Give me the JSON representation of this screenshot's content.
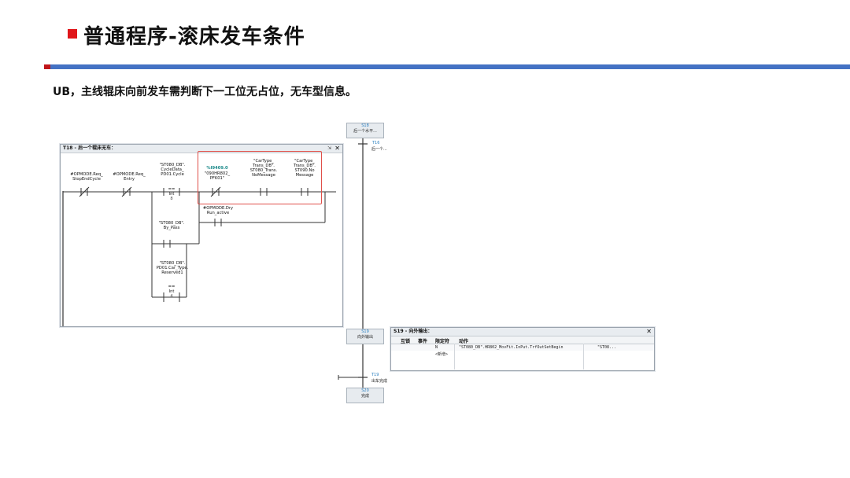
{
  "slide": {
    "title": "普通程序-滚床发车条件",
    "description": "UB，主线辊床向前发车需判断下一工位无占位，无车型信息。"
  },
  "colors": {
    "accent_red": "#e0161a",
    "accent_blue": "#4472c4",
    "highlight_box": "#e0504a",
    "address_teal": "#1c8a8a"
  },
  "t18_window": {
    "title": "T18 - 后一个辊床无车：",
    "contacts": [
      {
        "label": "#OPMODE.Req_\nStopEndCycle"
      },
      {
        "label": "#OPMODE.Req_\nEntry"
      },
      {
        "label": "\"ST080_DB\".\nCycleData_\nPD01.Cycle",
        "op": "==\nInt",
        "value": "8"
      },
      {
        "address": "%I9409.0",
        "label": "\"090HR802_\nPFK01\""
      },
      {
        "label": "\"CarType_\nTrans_DB\".\nST080_Trans.\nNoMessage"
      },
      {
        "label": "\"CarType_\nTrans_DB\".\nST090.No\nMessage"
      },
      {
        "label": "#OPMODE.Dry\nRun_active"
      },
      {
        "label": "\"ST080_DB\".\nBy_Pass"
      },
      {
        "label": "\"ST080_DB\".\nPD01.Car_Type.\nReserved1",
        "op": "==\nInt",
        "value": "4"
      }
    ]
  },
  "sequence": {
    "s18": {
      "num": "S18",
      "name": "后一个水平..."
    },
    "t16": {
      "num": "T16",
      "name": "后一个..."
    },
    "s19": {
      "num": "S19",
      "name": "向外输出"
    },
    "t19": {
      "num": "T19",
      "name": "出车完成"
    },
    "s20": {
      "num": "S20",
      "name": "完成"
    }
  },
  "s19_window": {
    "title": "S19 - 向外输出：",
    "columns": [
      "互锁",
      "事件",
      "限定符",
      "动作"
    ],
    "row1": {
      "qualifier": "N",
      "action": "\"ST080_DB\".HR802_MovFit.InPut.TrfOutSetBegin",
      "value": "\"ST08..."
    },
    "row2": {
      "qualifier": "<新增>"
    }
  }
}
